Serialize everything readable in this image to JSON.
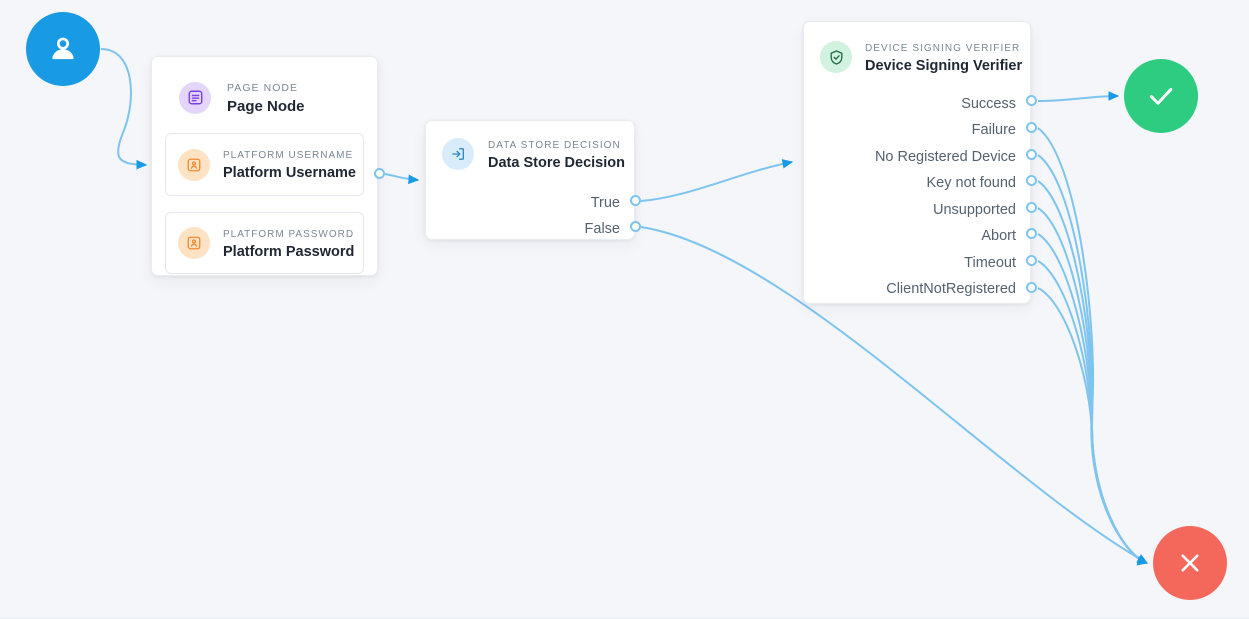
{
  "canvas": {
    "background": "#f4f6f9",
    "edge_color": "#7ec4ef",
    "arrow_color": "#199ae4"
  },
  "start_node": {
    "name": "start-node",
    "icon": "user-icon",
    "color": "#199ae4"
  },
  "page_node": {
    "subtitle": "PAGE NODE",
    "title": "Page Node",
    "icon": "page-icon",
    "icon_color": "#7b3fe4",
    "icon_bg": "#e4d6fb",
    "fields": [
      {
        "subtitle": "PLATFORM USERNAME",
        "title": "Platform Username",
        "icon": "id-card-icon",
        "icon_color": "#f58a2e",
        "icon_bg": "#fde2c4"
      },
      {
        "subtitle": "PLATFORM PASSWORD",
        "title": "Platform Password",
        "icon": "id-card-icon",
        "icon_color": "#f58a2e",
        "icon_bg": "#fde2c4"
      }
    ]
  },
  "data_store_node": {
    "subtitle": "DATA STORE DECISION",
    "title": "Data Store Decision",
    "icon": "login-arrow-icon",
    "icon_color": "#2d87c9",
    "icon_bg": "#d8ecfb",
    "outcomes": [
      {
        "label": "True"
      },
      {
        "label": "False"
      }
    ]
  },
  "device_node": {
    "subtitle": "DEVICE SIGNING VERIFIER",
    "title": "Device Signing Verifier",
    "icon": "shield-check-icon",
    "icon_color": "#1f6b44",
    "icon_bg": "#d1f2de",
    "outcomes": [
      {
        "label": "Success"
      },
      {
        "label": "Failure"
      },
      {
        "label": "No Registered Device"
      },
      {
        "label": "Key not found"
      },
      {
        "label": "Unsupported"
      },
      {
        "label": "Abort"
      },
      {
        "label": "Timeout"
      },
      {
        "label": "ClientNotRegistered"
      }
    ]
  },
  "success_node": {
    "name": "success-node",
    "icon": "check-icon",
    "color": "#2ecc80"
  },
  "failure_node": {
    "name": "failure-node",
    "icon": "close-icon",
    "color": "#f4685b"
  }
}
